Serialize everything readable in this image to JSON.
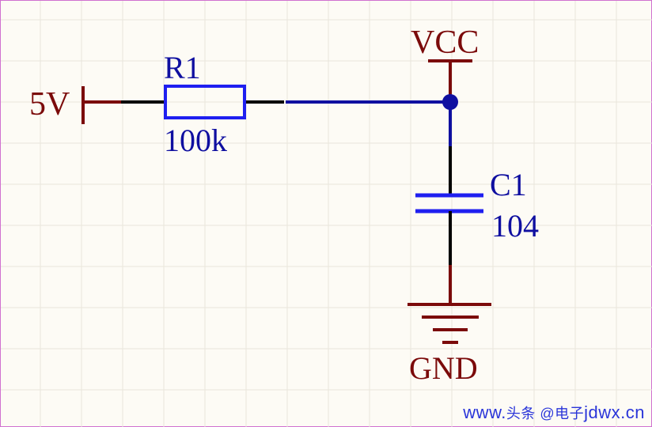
{
  "schematic": {
    "source_label": "5V",
    "resistor": {
      "designator": "R1",
      "value": "100k"
    },
    "power_label": "VCC",
    "capacitor": {
      "designator": "C1",
      "value": "104"
    },
    "ground_label": "GND"
  },
  "watermark": {
    "prefix": "www.",
    "cn_text": "头条 @电子",
    "domain": "jdwx.cn"
  },
  "colors": {
    "background": "#fdfbf5",
    "grid": "#e9e6dc",
    "power_symbol": "#7b0a0a",
    "wire": "#0f0fa0",
    "component_blue": "#1f1ff0",
    "pin_black": "#000000",
    "border": "#d070d0"
  }
}
